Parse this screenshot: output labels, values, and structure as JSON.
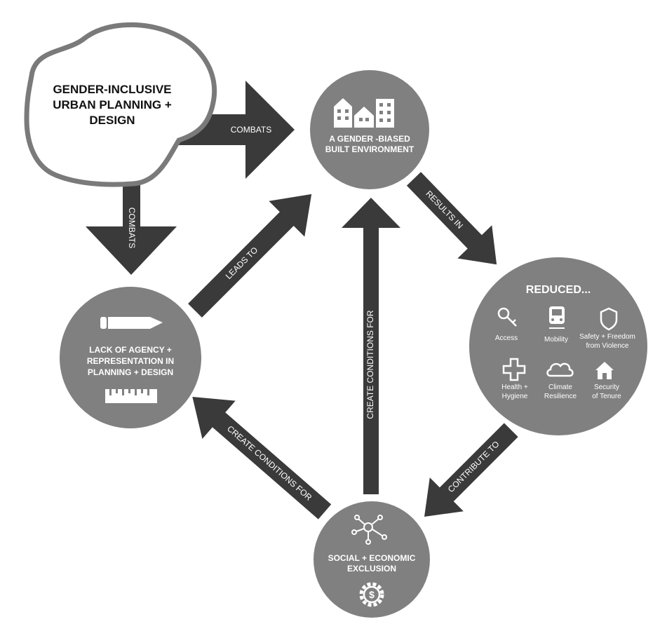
{
  "colors": {
    "arrow": "#3a3a3a",
    "circle": "#808080",
    "cloud_stroke": "#7a7a7a",
    "text_light": "#ffffff",
    "text_dark": "#111111"
  },
  "cloud": {
    "lines": [
      "GENDER-INCLUSIVE",
      "URBAN PLANNING +",
      "DESIGN"
    ]
  },
  "nodes": {
    "built_environment": {
      "lines": [
        "A GENDER -BIASED",
        "BUILT ENVIRONMENT"
      ],
      "icon": "buildings-icon"
    },
    "reduced": {
      "title": "REDUCED...",
      "items": [
        {
          "icon": "key-icon",
          "lines": [
            "Access"
          ]
        },
        {
          "icon": "train-icon",
          "lines": [
            "Mobility"
          ]
        },
        {
          "icon": "shield-icon",
          "lines": [
            "Safety + Freedom",
            "from Violence"
          ]
        },
        {
          "icon": "medical-cross-icon",
          "lines": [
            "Health +",
            "Hygiene"
          ]
        },
        {
          "icon": "cloud-icon",
          "lines": [
            "Climate",
            "Resilience"
          ]
        },
        {
          "icon": "house-icon",
          "lines": [
            "Security",
            "of Tenure"
          ]
        }
      ]
    },
    "exclusion": {
      "lines": [
        "SOCIAL + ECONOMIC",
        "EXCLUSION"
      ],
      "icons": [
        "network-icon",
        "dollar-gear-icon"
      ]
    },
    "agency": {
      "lines": [
        "LACK OF AGENCY +",
        "REPRESENTATION IN",
        "PLANNING + DESIGN"
      ],
      "icons": [
        "pencil-icon",
        "ruler-icon"
      ]
    }
  },
  "arrows": {
    "combats_right": "COMBATS",
    "combats_down": "COMBATS",
    "results_in": "RESULTS IN",
    "contribute_to": "CONTRIBUTE TO",
    "create_conditions_up": "CREATE CONDITIONS FOR",
    "create_conditions_left": "CREATE CONDITIONS FOR",
    "leads_to": "LEADS TO"
  }
}
